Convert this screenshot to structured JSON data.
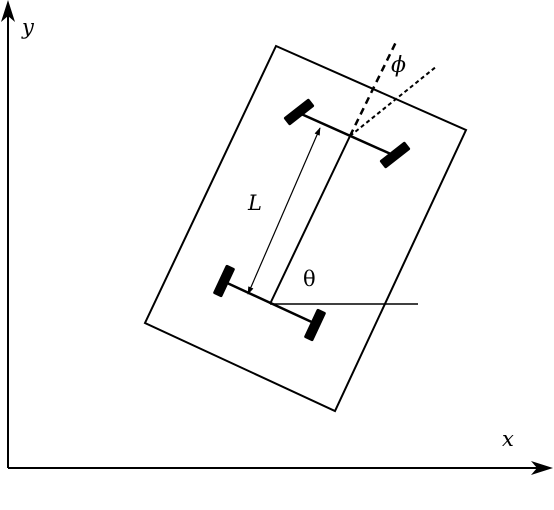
{
  "labels": {
    "y_axis": "y",
    "x_axis": "x",
    "wheelbase": "L",
    "heading": "θ",
    "steer": "ϕ"
  },
  "colors": {
    "stroke": "#000000",
    "wheel": "#000000",
    "background": "#ffffff"
  }
}
